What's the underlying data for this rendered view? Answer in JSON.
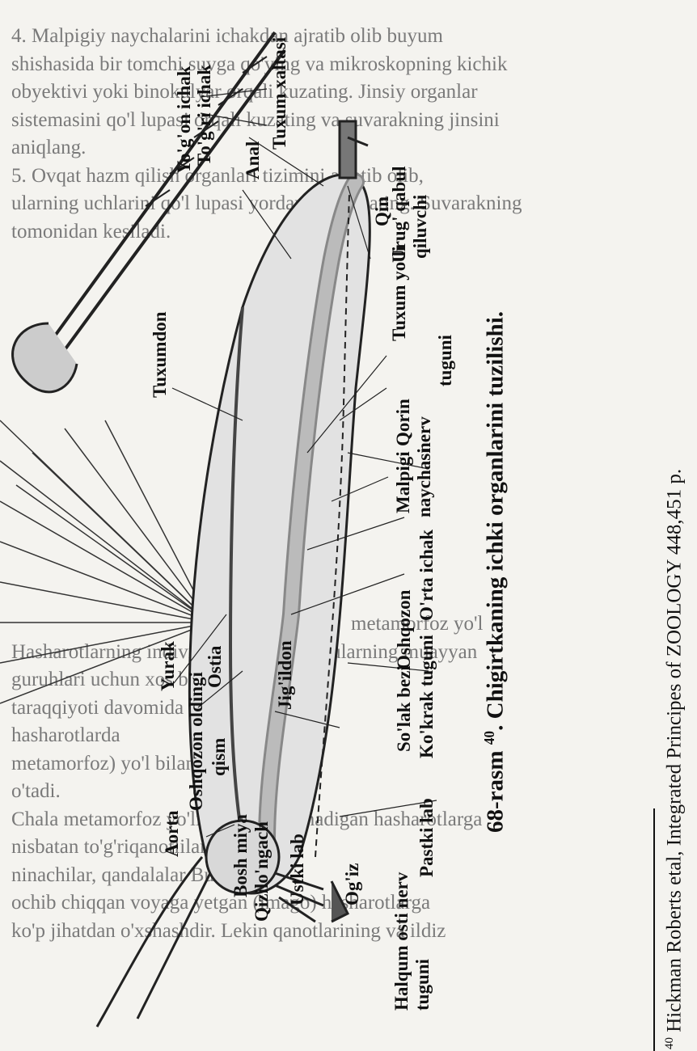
{
  "background_text": {
    "top": [
      "4. Malpigiy naychalarini ichakdan ajratib olib buyum",
      "shishasida bir tomchi suvga qo'ying va mikroskopning kichik",
      "obyektivi yoki binokulyar orqali kuzating. Jinsiy organlar",
      "sistemasini qo'l lupasi orqali kuzating va suvarakning jinsini",
      "aniqlang.",
      "5. Ovqat hazm qilish organlari tizimini ajratib olib,",
      "ularning uchlarini qo'l lupasi yordamida kuzating. Suvarakning",
      "tomonidan kesiladi."
    ],
    "bottom": [
      "metamorfoz yo'l",
      "Hasharotlarning individual rivojlanishi ularning muayyan",
      "guruhlari uchun xos bo'lib, Evolyutsion",
      "taraqqiyoti davomida",
      "hasharotlarda",
      "metamorfoz) yo'l bilan",
      "o'tadi.",
      "Chala metamorfoz yo'li bilan rivojlanadigan hasharotlarga",
      "nisbatan to'g'riqanotlilar, suvaraklar",
      "ninachilar, qandalalar Bularning",
      "ochib chiqqan voyaga yetgan (imago) hasharotlarga",
      "ko'p jihatdan o'xshashdir. Lekin qanotlarining va ildiz"
    ]
  },
  "figure": {
    "labels": {
      "yugon_ichak": "Yo'g'on ichak",
      "togri_ichak": "To'g'ri ichak",
      "anal": "Anal",
      "tuxum_xaltasi": "Tuxum xaltasi",
      "oviduct_label": "Qin",
      "tuxumdon": "Tuxumdon",
      "tuxum_yoli": "Tuxum yo'li",
      "urug_qabul": "Urug' qabul",
      "urug_qabul_2": "qiluvchi",
      "qorin_nerv": "Qorin",
      "qorin_nerv_2": "nerv",
      "qorin_nerv_3": "tuguni",
      "malpigi": "Malpigi",
      "malpigi_2": "naychasi",
      "orta_ichak": "O'rta ichak",
      "oshqozon": "Oshqozon",
      "kokrak_tugun": "Ko'krak tuguni",
      "solak_bezi": "So'lak bezi",
      "jigildon": "Jig'ildon",
      "ostia": "Ostia",
      "yurak": "Yurak",
      "oshqozon_oldingi": "Oshqozon oldingi",
      "qism": "qism",
      "aorta": "Aorta",
      "bosh_miya": "Bosh miya",
      "qizilongach": "Qizilo'ngach",
      "ustki_lab": "Ustki lab",
      "ogiz": "Og'iz",
      "pastki_lab": "Pastki lab",
      "halqum_osti": "Halqum osti nerv",
      "halqum_osti_2": "tuguni"
    },
    "caption_prefix": "68-rasm",
    "caption_note": "40",
    "caption_text": ". Chigirtkaning ichki organlarini tuzilishi."
  },
  "footnote": {
    "number": "40",
    "text": "Hickman Roberts etal, Integrated Principes of ZOOLOGY 448,451 p."
  }
}
